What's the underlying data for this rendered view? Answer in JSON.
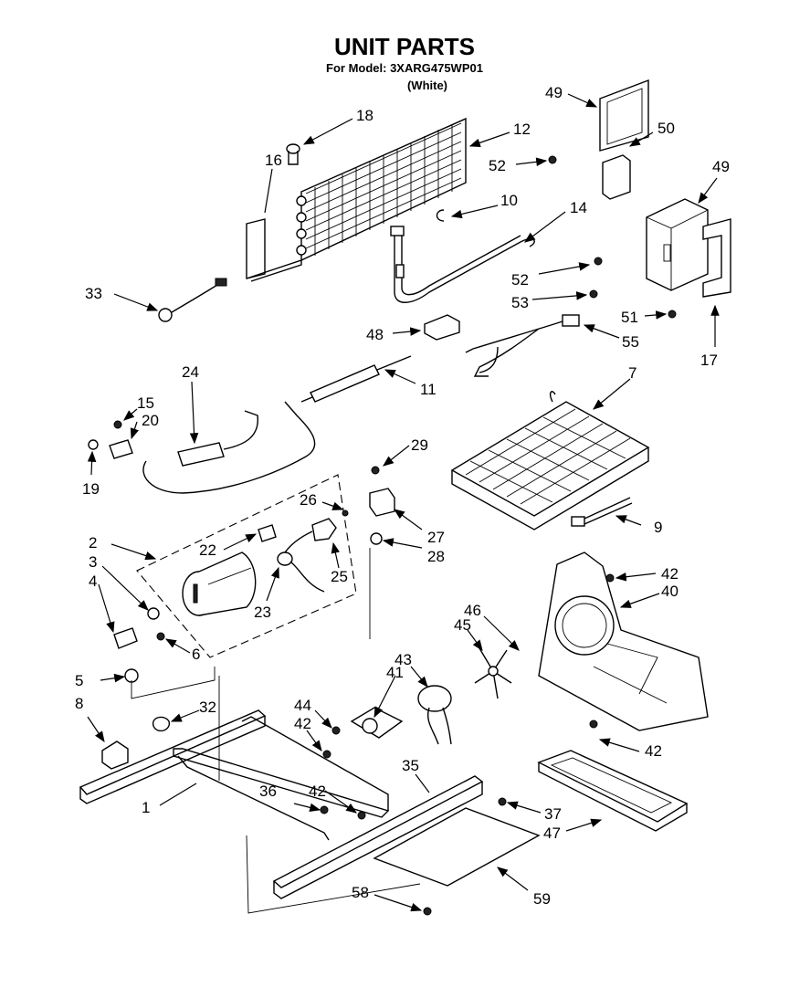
{
  "header": {
    "title": "UNIT PARTS",
    "model_line": "For Model: 3XARG475WP01",
    "color_line": "(White)"
  },
  "callouts": [
    "1",
    "2",
    "3",
    "4",
    "5",
    "6",
    "7",
    "8",
    "9",
    "10",
    "11",
    "12",
    "14",
    "15",
    "16",
    "17",
    "18",
    "19",
    "20",
    "22",
    "23",
    "24",
    "25",
    "26",
    "27",
    "28",
    "29",
    "32",
    "33",
    "35",
    "36",
    "37",
    "40",
    "41",
    "42",
    "43",
    "44",
    "45",
    "46",
    "47",
    "48",
    "49",
    "50",
    "51",
    "52",
    "53",
    "55",
    "58",
    "59"
  ]
}
